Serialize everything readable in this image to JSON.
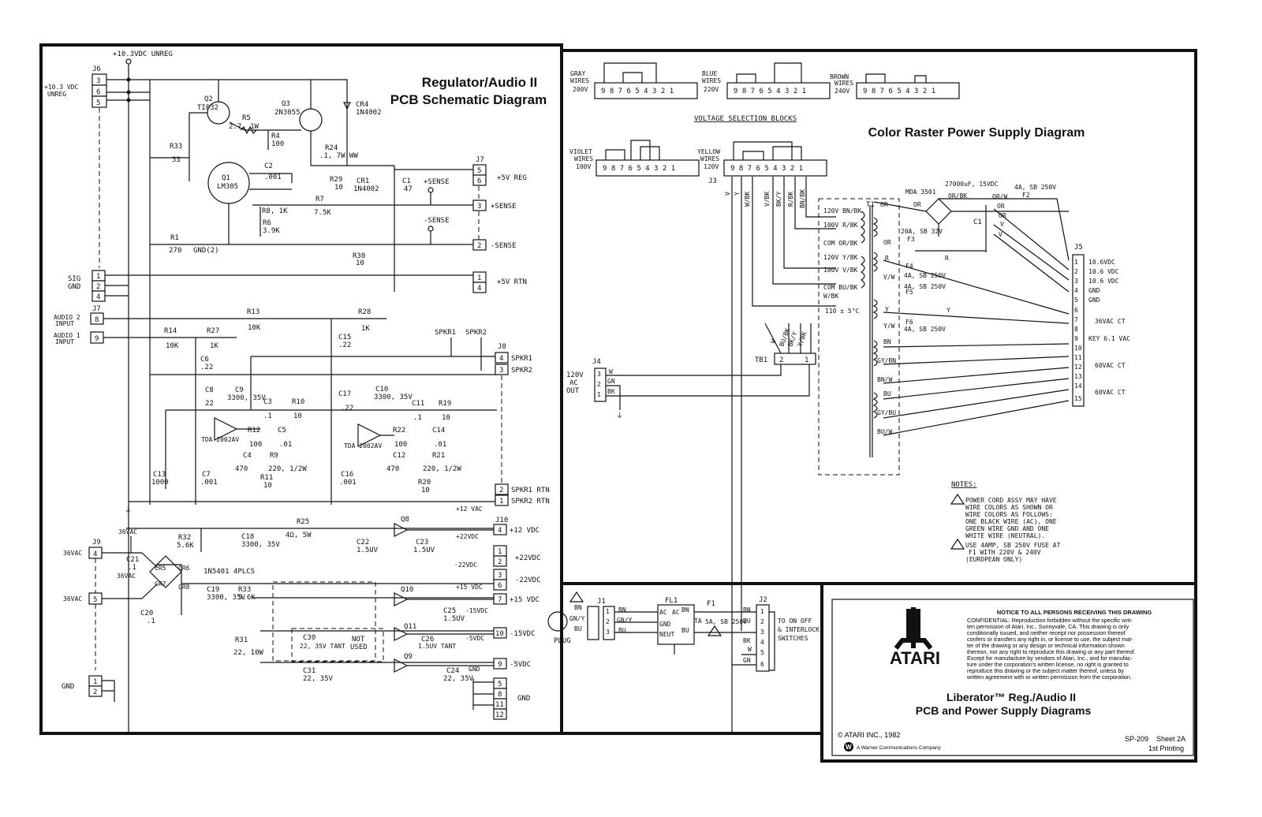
{
  "left_panel": {
    "title_line1": "Regulator/Audio II",
    "title_line2": "PCB Schematic Diagram",
    "supply_label": "+10.3VDC UNREG",
    "j6": {
      "name": "J6",
      "side_label_1": "+10.3 VDC",
      "side_label_2": "UNREG",
      "pins": [
        "3",
        "6",
        "5"
      ]
    },
    "sig_gnd": {
      "label_1": "SIG",
      "label_2": "GND",
      "pins": [
        "1",
        "2",
        "4"
      ]
    },
    "audio2_label_1": "AUDIO 2",
    "audio2_label_2": "INPUT",
    "audio1_label_1": "AUDIO 1",
    "audio1_label_2": "INPUT",
    "j7": {
      "name": "J7",
      "pin_audio2": "8",
      "pin_audio1": "9"
    },
    "components": {
      "q2": "Q2",
      "q2_part": "TIP32",
      "q3": "Q3",
      "q3_part": "2N3055",
      "r5": "R5",
      "r5_val": "2.7, 1W",
      "r4": "R4",
      "r4_val": "100",
      "r33": "R33",
      "r33_val": "33",
      "r24": "R24",
      "r24_val": ".1, 7W WW",
      "cr4": "CR4",
      "cr4_part": "1N4002",
      "q1": "Q1",
      "q1_part": "LM305",
      "c2": "C2",
      "c2_val": ".001",
      "r29": "R29",
      "r29_val": "10",
      "cr1": "CR1",
      "cr1_part": "1N4002",
      "c1": "C1",
      "c1_val": "47",
      "r8": "R8, 1K",
      "r7": "R7",
      "r7_val": "7.5K",
      "r6": "R6",
      "r6_val": "3.9K",
      "r1": "R1",
      "r1_val": "270",
      "gnd2": "GND(2)",
      "r30": "R30",
      "r30_val": "10",
      "r13": "R13",
      "r13_val": "10K",
      "r28": "R28",
      "r28_val": "1K",
      "r14": "R14",
      "r14_val": "10K",
      "r27": "R27",
      "r27_val": "1K",
      "c15": "C15",
      "c15_val": ".22",
      "c6": "C6",
      "c6_val": ".22",
      "c8": "C8",
      "c8_val": "22",
      "c9": "C9",
      "c9_val": "3300, 35V",
      "c3": "C3",
      "c3_val": ".1",
      "r10": "R10",
      "r10_val": "10",
      "c17": "C17",
      "c17_val": ".22",
      "c10": "C10",
      "c10_val": "3300, 35V",
      "c11": "C11",
      "c11_val": ".1",
      "r19": "R19",
      "r19_val": "10",
      "tda_left": "TDA 2002AV",
      "tda_right": "TDA 2002AV",
      "r12": "R12",
      "r12_val": "100",
      "c5": "C5",
      "c5_val": ".01",
      "c4": "C4",
      "c4_val": "470",
      "r9": "R9",
      "r9_val": "220, 1/2W",
      "r11": "R11",
      "r11_val": "10",
      "r22": "R22",
      "r22_val": "100",
      "c14": "C14",
      "c14_val": ".01",
      "c12": "C12",
      "c12_val": "470",
      "r21": "R21",
      "r21_val": "220, 1/2W",
      "r20": "R20",
      "r20_val": "10",
      "c13": "C13",
      "c13_val": "1000",
      "c7": "C7",
      "c7_val": ".001",
      "c16": "C16",
      "c16_val": ".001"
    },
    "j7_out": {
      "name": "J7",
      "pins": [
        {
          "pin": "5",
          "label": "+5V REG"
        },
        {
          "pin": "6",
          "label": ""
        },
        {
          "pin": "3",
          "label": "+SENSE"
        },
        {
          "pin": "2",
          "label": "-SENSE"
        },
        {
          "pin": "1",
          "label": "+5V RTN"
        },
        {
          "pin": "4",
          "label": ""
        }
      ]
    },
    "sense_plus": "+SENSE",
    "sense_minus": "-SENSE",
    "speaker": {
      "spkr1": "SPKR1",
      "spkr2": "SPKR2"
    },
    "j8": {
      "name": "J8",
      "pins": [
        {
          "pin": "4",
          "label": "SPKR1"
        },
        {
          "pin": "3",
          "label": "SPKR2"
        },
        {
          "pin": "2",
          "label": "SPKR1 RTN"
        },
        {
          "pin": "1",
          "label": "SPKR2 RTN"
        }
      ]
    },
    "lower": {
      "j9": "J9",
      "vac_top": "36VAC",
      "vac_pin4": "36VAC",
      "vac_pin5": "36VAC",
      "vac_mid": "36VAC",
      "pin4": "4",
      "pin5": "5",
      "c21": "C21",
      "c21_val": ".1",
      "c20": "C20",
      "c20_val": ".1",
      "bridge": [
        "CR5",
        "CR6",
        "CR7",
        "CR8"
      ],
      "bridge_part": "1N5401 4PLCS",
      "r32": "R32",
      "r32_val": "5.6K",
      "c18": "C18",
      "c18_val": "3300, 35V",
      "r25": "R25",
      "r25_val": "4Ω, 5W",
      "c19": "C19",
      "c19_val": "3300, 35V",
      "r33": "R33",
      "r33_val": "5.6K",
      "q8": "Q8",
      "c22": "C22",
      "c22_val": "1.5UV",
      "c23": "C23",
      "c23_val": "1.5UV",
      "q10": "Q10",
      "q11": "Q11",
      "q9": "Q9",
      "c25": "C25",
      "c25_val": "1.5UV",
      "c26": "C26",
      "c26_val": "1.5UV TANT",
      "r31": "R31",
      "r31_val": "22, 10W",
      "c30": "C30",
      "c30_val": "22, 35V TANT",
      "not_used_1": "NOT",
      "not_used_2": "USED",
      "c31": "C31",
      "c31_val": "22, 35V",
      "c24": "C24",
      "c24_val": "22, 35V",
      "v12": "+12 VAC",
      "v22": "+22VDC",
      "vm22": "-22VDC",
      "v15": "+15 VDC",
      "vm15": "-15VDC",
      "vm5": "-5VDC",
      "gnd": "GND",
      "ground_label": "GND"
    },
    "j10": {
      "name": "J10",
      "pins": [
        {
          "pin": "4",
          "label": "+12 VDC"
        },
        {
          "pin": "1",
          "label": ""
        },
        {
          "pin": "2",
          "label": "+22VDC"
        },
        {
          "pin": "3",
          "label": ""
        },
        {
          "pin": "6",
          "label": "-22VDC"
        },
        {
          "pin": "7",
          "label": "+15 VDC"
        },
        {
          "pin": "10",
          "label": "-15VDC"
        },
        {
          "pin": "9",
          "label": "-5VDC"
        },
        {
          "pin": "5",
          "label": ""
        },
        {
          "pin": "8",
          "label": ""
        },
        {
          "pin": "11",
          "label": ""
        },
        {
          "pin": "12",
          "label": ""
        }
      ]
    },
    "gnd_bottom": {
      "label": "GND",
      "pins": [
        "1",
        "2"
      ]
    }
  },
  "right_panel": {
    "title": "Color Raster Power Supply Diagram",
    "voltage_selection": "VOLTAGE SELECTION BLOCKS",
    "blocks": [
      {
        "line1": "GRAY",
        "line2": "WIRES",
        "line3": "200V",
        "pins": "9 8 7 6 5 4 3 2 1"
      },
      {
        "line1": "BLUE",
        "line2": "WIRES",
        "line3": "220V",
        "pins": "9 8 7 6 5 4 3 2 1"
      },
      {
        "line1": "BROWN",
        "line2": "WIRES",
        "line3": "240V",
        "pins": "9 8 7 6 5 4 3 2 1"
      },
      {
        "line1": "VIOLET",
        "line2": "WIRES",
        "line3": "100V",
        "pins": "9 8 7 6 5 4 3 2 1"
      },
      {
        "line1": "YELLOW",
        "line2": "WIRES",
        "line3": "120V",
        "pins": "9 8 7 6 5 4 3 2 1"
      }
    ],
    "j3": "J3",
    "j3_wires": [
      "V",
      "Y",
      "W/BK",
      "V/BK",
      "BK/Y",
      "R/BK",
      "BN/BK"
    ],
    "transformer": "T1",
    "primary_taps": [
      "120V BN/BK",
      "100V R/BK",
      "COM OR/BK",
      "120V Y/BK",
      "100V V/BK",
      "COM BU/BK",
      "W/BK"
    ],
    "thermal": "110 ± 5°C",
    "tb1": "TB1",
    "tb1_wires": [
      "W",
      "BU/BK",
      "BK/Y",
      "Y/BK"
    ],
    "tb1_pins": [
      "2",
      "1"
    ],
    "mda": "MDA 3501",
    "cap_c1": "C1",
    "cap_c1_val": "27000uF, 15VDC",
    "f2": "F2",
    "f2_val": "4A, SB 250V",
    "f3": "F3",
    "f3_val": "20A, SB 32V",
    "f4": "F4",
    "f4_val": "4A, SB 250V",
    "f5": "F5",
    "f5_val": "4A, SB 250V",
    "f6": "F6",
    "f6_val": "4A, SB 250V",
    "secondary": [
      "OR",
      "OR",
      "OR",
      "R",
      "R",
      "Y",
      "Y",
      "BN",
      "GY/BN",
      "BN/W",
      "BU",
      "GY/BU",
      "BU/W"
    ],
    "sec_right": [
      "OR/W",
      "OR",
      "OR",
      "V",
      "V",
      "R",
      "Y",
      "BN",
      "GY/BN",
      "BN/W",
      "BU",
      "GY/BU",
      "BU/W",
      "V/W",
      "Y/W",
      "OR/BK"
    ],
    "j5": "J5",
    "j5_pins": [
      {
        "pin": "1",
        "label": "10.6VDC"
      },
      {
        "pin": "2",
        "label": "10.6 VDC"
      },
      {
        "pin": "3",
        "label": "10.6 VDC"
      },
      {
        "pin": "4",
        "label": "GND"
      },
      {
        "pin": "5",
        "label": "GND"
      },
      {
        "pin": "6",
        "label": ""
      },
      {
        "pin": "7",
        "label": ""
      },
      {
        "pin": "8",
        "label": ""
      },
      {
        "pin": "9",
        "label": ""
      },
      {
        "pin": "10",
        "label": ""
      },
      {
        "pin": "11",
        "label": ""
      },
      {
        "pin": "12",
        "label": ""
      },
      {
        "pin": "13",
        "label": ""
      },
      {
        "pin": "14",
        "label": ""
      },
      {
        "pin": "15",
        "label": ""
      }
    ],
    "j5_groups": [
      "36VAC CT",
      "KEY 6.1 VAC",
      "60VAC CT",
      "60VAC CT"
    ],
    "j4": "J4",
    "ac_out_1": "120V",
    "ac_out_2": "AC",
    "ac_out_3": "OUT",
    "j4_pins": [
      {
        "pin": "3",
        "wire": "W"
      },
      {
        "pin": "2",
        "wire": "GN"
      },
      {
        "pin": "1",
        "wire": "BK"
      }
    ],
    "notes": {
      "heading": "NOTES:",
      "note1": [
        "POWER CORD ASSY MAY HAVE",
        "WIRE COLORS AS SHOWN OR",
        "WIRE COLORS AS FOLLOWS:",
        "ONE BLACK WIRE (AC), ONE",
        "GREEN WIRE GND AND ONE",
        "WHITE WIRE (NEUTRAL)."
      ],
      "note2": [
        "USE 4AMP, SB 250V FUSE AT",
        "F1 WITH 220V & 240V",
        "(EUROPEAN ONLY)"
      ]
    }
  },
  "input_section": {
    "plug": "PLUG",
    "j1": "J1",
    "plug_wires": [
      "BN",
      "GN/Y",
      "BU"
    ],
    "j1_pins": [
      "1",
      "2",
      "3"
    ],
    "j1_out": [
      "BN",
      "GN/Y",
      "BU"
    ],
    "fl1": "FL1",
    "fl1_labels": [
      "AC",
      "AC",
      "GND",
      "NEUT"
    ],
    "fl1_out": [
      "BN",
      "BU"
    ],
    "f1": "F1",
    "f1_val": "5A, SB 250V",
    "ta": "TA",
    "j2": "J2",
    "j2_wires": [
      "BN",
      "BU",
      "BK",
      "W",
      "GN"
    ],
    "j2_pins": [
      "1",
      "2",
      "3",
      "4",
      "5",
      "6"
    ],
    "switch_label": [
      "TO ON OFF",
      "& INTERLOCK",
      "SWITCHES"
    ]
  },
  "title_block": {
    "brand": "ATARI",
    "notice_heading": "NOTICE TO ALL PERSONS RECEIVING THIS DRAWING",
    "notice_body": [
      "CONFIDENTIAL: Reproduction forbidden without the specific writ-",
      "ten permission of Atari, Inc., Sunnyvale, CA. This drawing is only",
      "conditionally issued, and neither receipt nor possession thereof",
      "confers or transfers any right in, or license to use, the subject mat-",
      "ter of the drawing or any design or technical information shown",
      "thereon, nor any right to reproduce this drawing or any part thereof.",
      "Except for manufacture by vendors of Atari, Inc., and for manufac-",
      "ture under the corporation's written license, no right is granted to",
      "reproduce this drawing or the subject matter thereof, unless by",
      "written agreement with or written permission from the corporation."
    ],
    "title_line1": "Liberator™ Reg./Audio II",
    "title_line2": "PCB and Power Supply Diagrams",
    "copyright": "© ATARI INC., 1982",
    "wc_logo": "W",
    "company": "A Warner Communications Company",
    "sheet_no": "SP-209",
    "sheet": "Sheet 2A",
    "printing": "1st Printing"
  }
}
